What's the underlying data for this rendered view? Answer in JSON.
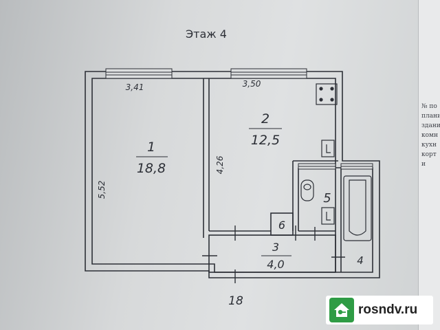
{
  "floor_label": "Этаж 4",
  "rooms": [
    {
      "number": "1",
      "area": "18,8"
    },
    {
      "number": "2",
      "area": "12,5"
    },
    {
      "number": "3",
      "area": "4,0"
    },
    {
      "number": "4"
    },
    {
      "number": "5"
    },
    {
      "number": "6"
    }
  ],
  "dimensions": {
    "room1_width": "3,41",
    "room2_width": "3,50",
    "room1_height": "5,52",
    "room2_height": "4,26"
  },
  "unit_number": "18",
  "side_sheet_lines": [
    "№ по",
    "плани",
    "здани",
    "комн",
    "кухн",
    "корт",
    "и"
  ],
  "watermark": {
    "text": "rosndv.ru",
    "icon": "house-icon",
    "icon_color": "#2f9c45"
  },
  "colors": {
    "ink": "#2c2f36",
    "paper": "#d9dbdc"
  }
}
